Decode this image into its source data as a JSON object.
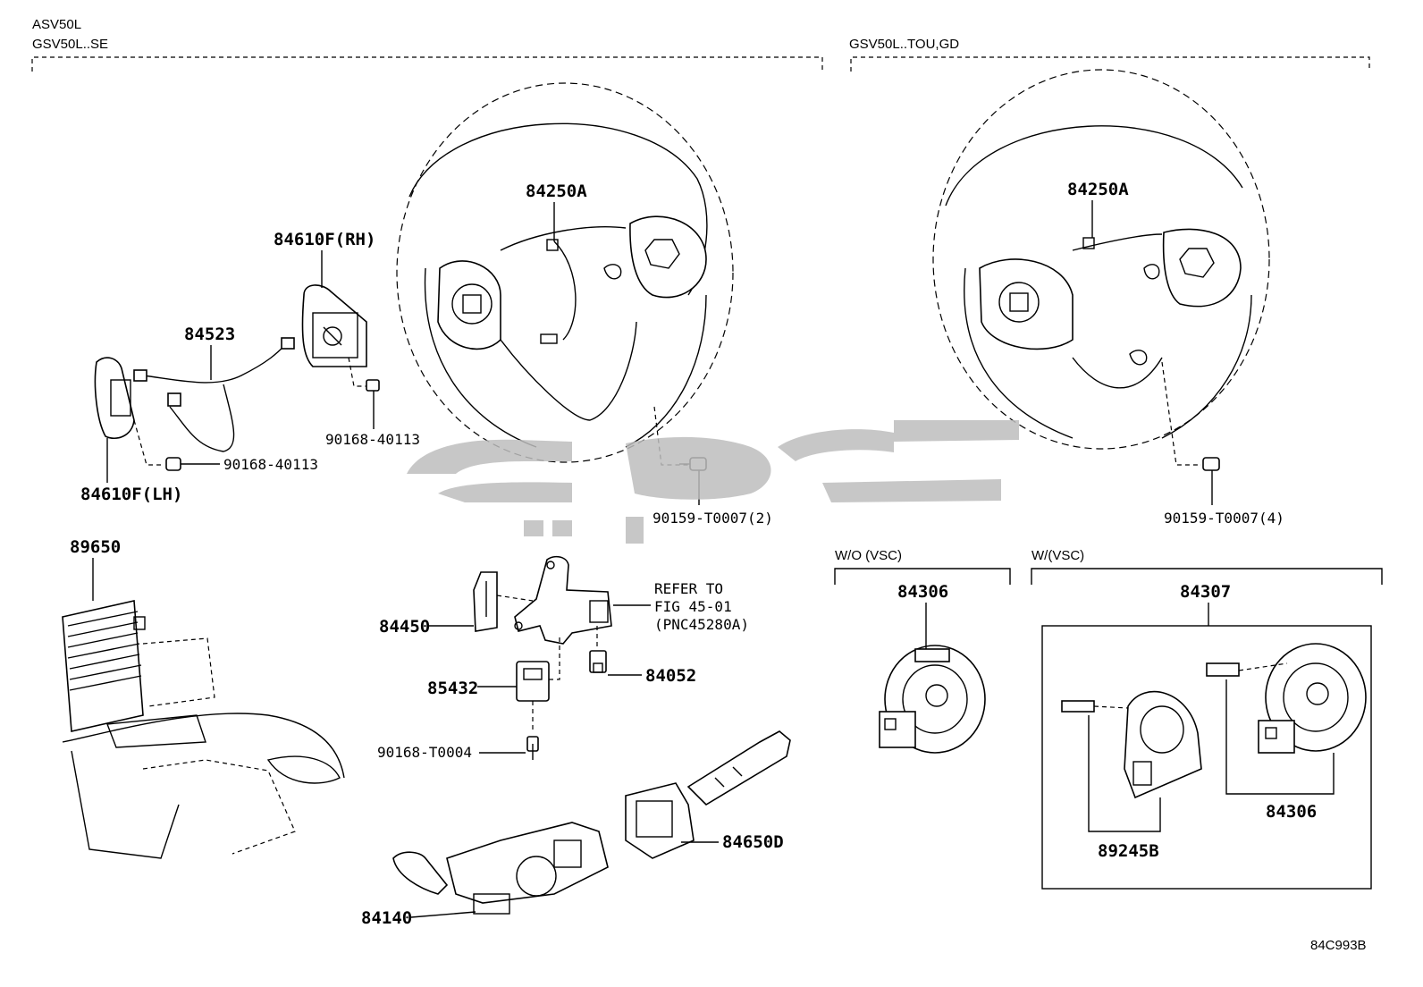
{
  "headers": {
    "left_model_1": "ASV50L",
    "left_model_2": "GSV50L..SE",
    "right_model": "GSV50L..TOU,GD",
    "wo_vsc": "W/O (VSC)",
    "w_vsc": "W/(VSC)"
  },
  "parts": {
    "p84250A_left": "84250A",
    "p84250A_right": "84250A",
    "p84610F_RH": "84610F(RH)",
    "p84610F_LH": "84610F(LH)",
    "p84523": "84523",
    "p90168_40113_a": "90168-40113",
    "p90168_40113_b": "90168-40113",
    "p90159_T0007_2": "90159-T0007(2)",
    "p90159_T0007_4": "90159-T0007(4)",
    "p89650": "89650",
    "p84450": "84450",
    "p85432": "85432",
    "p84052": "84052",
    "p90168_T0004": "90168-T0004",
    "p84650D": "84650D",
    "p84140": "84140",
    "p84306_a": "84306",
    "p84307": "84307",
    "p84306_b": "84306",
    "p89245B": "89245B"
  },
  "refer": {
    "line1": "REFER TO",
    "line2": "FIG 45-01",
    "line3": "(PNC45280A)"
  },
  "watermark": {
    "text": "ﺗﻮﭘﺎﺭﺕ",
    "color": "#bdbdbd"
  },
  "figure_code": "84C993B"
}
